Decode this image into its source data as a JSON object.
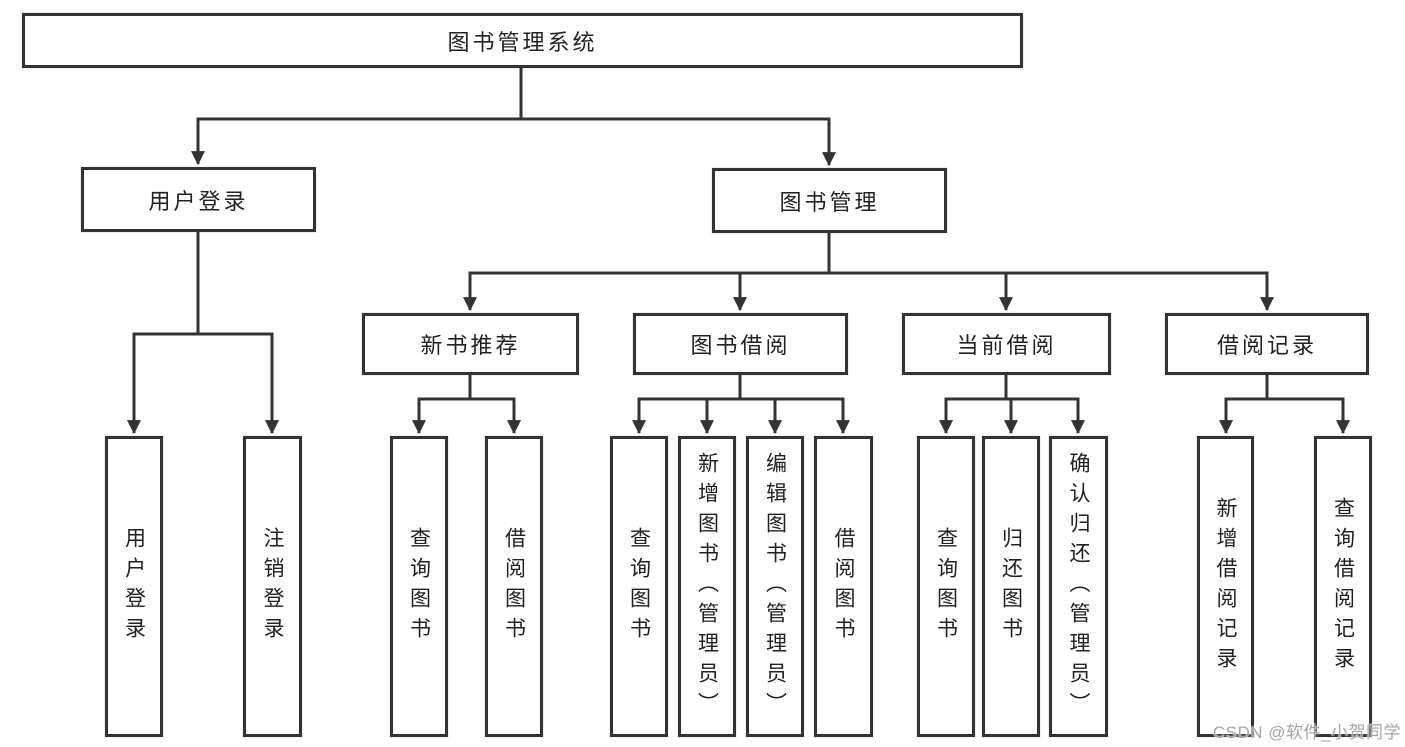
{
  "diagram": {
    "title": "图书管理系统",
    "nodes": {
      "root": {
        "label": "图书管理系统"
      },
      "user_login_group": {
        "label": "用户登录"
      },
      "book_mgmt": {
        "label": "图书管理"
      },
      "new_book_rec": {
        "label": "新书推荐"
      },
      "book_borrow": {
        "label": "图书借阅"
      },
      "current_borrow": {
        "label": "当前借阅"
      },
      "borrow_records": {
        "label": "借阅记录"
      },
      "leaf_user_login": {
        "label": "用户登录"
      },
      "leaf_logout": {
        "label": "注销登录"
      },
      "leaf_query_book_1": {
        "label": "查询图书"
      },
      "leaf_borrow_book_1": {
        "label": "借阅图书"
      },
      "leaf_query_book_2": {
        "label": "查询图书"
      },
      "leaf_add_book": {
        "label": "新增图书（管理员）"
      },
      "leaf_edit_book": {
        "label": "编辑图书（管理员）"
      },
      "leaf_borrow_book_2": {
        "label": "借阅图书"
      },
      "leaf_query_book_3": {
        "label": "查询图书"
      },
      "leaf_return_book": {
        "label": "归还图书"
      },
      "leaf_confirm_return": {
        "label": "确认归还（管理员）"
      },
      "leaf_add_record": {
        "label": "新增借阅记录"
      },
      "leaf_query_record": {
        "label": "查询借阅记录"
      }
    },
    "hierarchy": {
      "root": [
        "user_login_group",
        "book_mgmt"
      ],
      "user_login_group": [
        "leaf_user_login",
        "leaf_logout"
      ],
      "book_mgmt": [
        "new_book_rec",
        "book_borrow",
        "current_borrow",
        "borrow_records"
      ],
      "new_book_rec": [
        "leaf_query_book_1",
        "leaf_borrow_book_1"
      ],
      "book_borrow": [
        "leaf_query_book_2",
        "leaf_add_book",
        "leaf_edit_book",
        "leaf_borrow_book_2"
      ],
      "current_borrow": [
        "leaf_query_book_3",
        "leaf_return_book",
        "leaf_confirm_return"
      ],
      "borrow_records": [
        "leaf_add_record",
        "leaf_query_record"
      ]
    },
    "colors": {
      "line": "#333333",
      "border": "#333333",
      "text": "#222222",
      "background": "#ffffff"
    }
  },
  "watermark": {
    "text": "CSDN @软件_小贺同学",
    "color": "#a6a6a6"
  }
}
